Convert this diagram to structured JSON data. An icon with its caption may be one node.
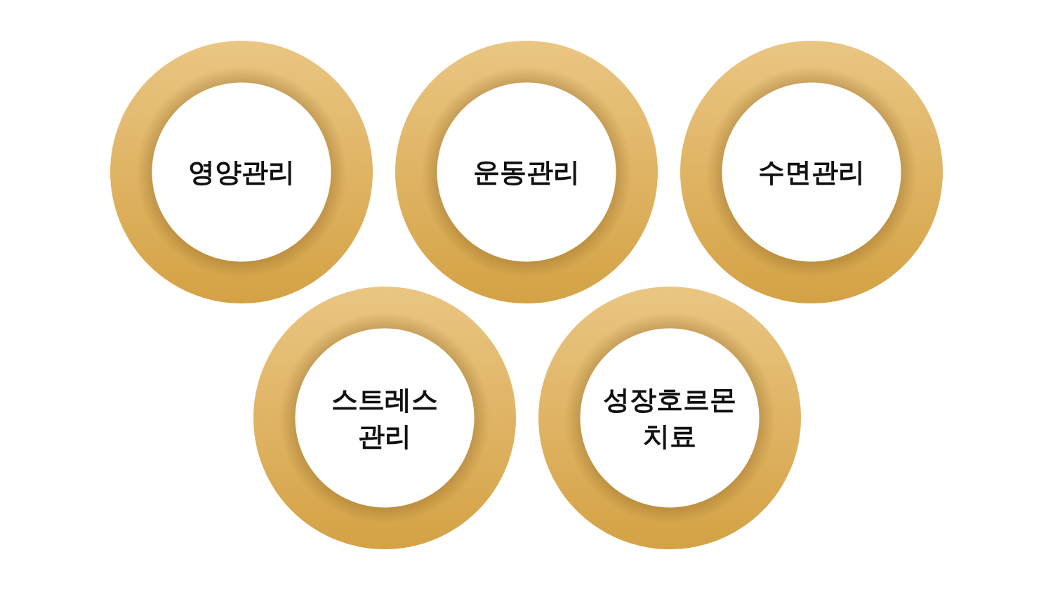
{
  "diagram": {
    "nodes": [
      {
        "text": [
          "영양관리"
        ]
      },
      {
        "text": [
          "운동관리"
        ]
      },
      {
        "text": [
          "수면관리"
        ]
      },
      {
        "text": [
          "스트레스 관리"
        ]
      },
      {
        "text": [
          "성장호르몬 치료"
        ]
      }
    ]
  }
}
